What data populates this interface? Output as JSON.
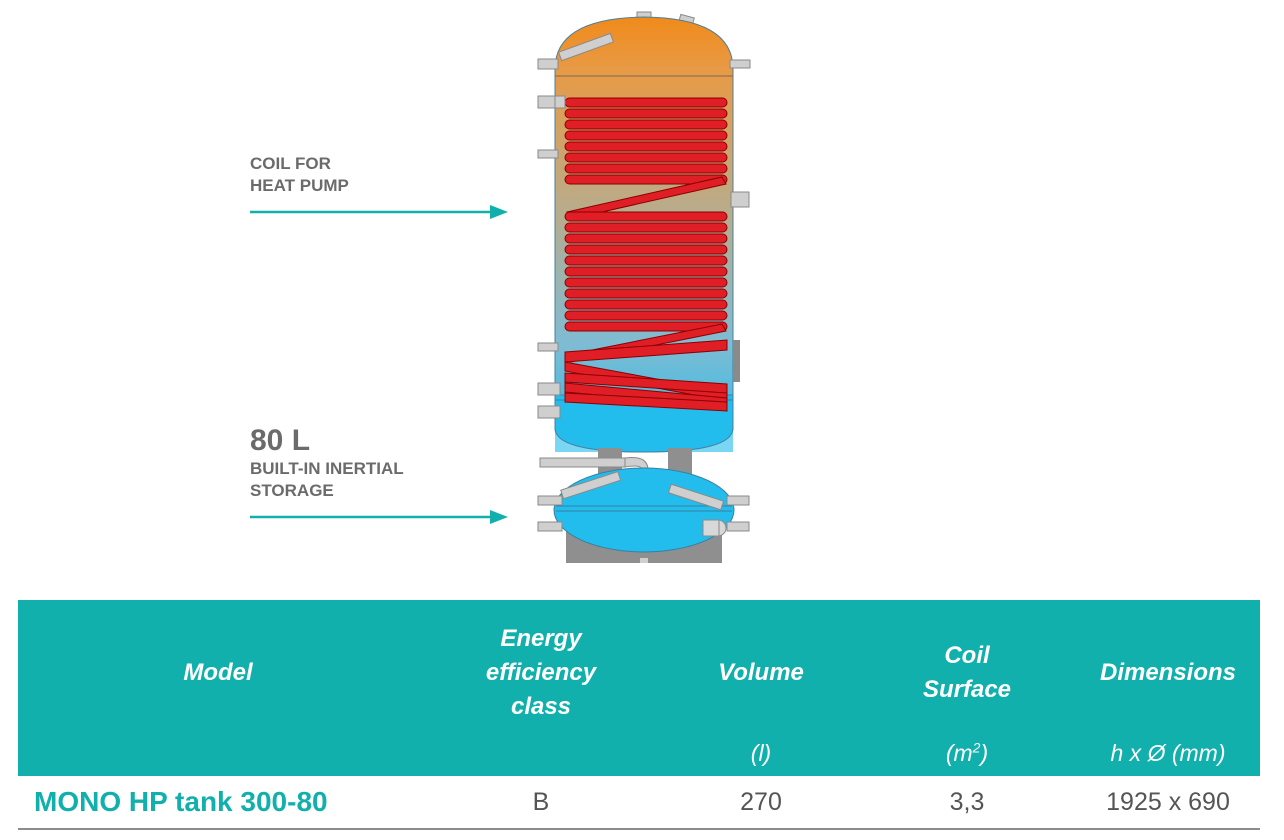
{
  "diagram": {
    "coil_callout": [
      "COIL FOR",
      "HEAT PUMP"
    ],
    "storage_volume": "80 L",
    "storage_callout": [
      "BUILT-IN INERTIAL",
      "STORAGE"
    ],
    "colors": {
      "accent": "#11b0ad",
      "tank_top": "#f08a1a",
      "tank_bottom": "#22bdec",
      "coil": "#e01e26",
      "fittings": "#bdbdbd"
    }
  },
  "table": {
    "headers": {
      "model": "Model",
      "energy": [
        "Energy",
        "efficiency",
        "class"
      ],
      "volume": "Volume",
      "coil": [
        "Coil",
        "Surface"
      ],
      "dimensions": "Dimensions"
    },
    "units": {
      "volume": "(l)",
      "coil_base": "(m",
      "coil_exp": "2",
      "coil_close": ")",
      "dimensions": "h x Ø (mm)"
    },
    "rows": [
      {
        "model": "MONO HP tank 300-80",
        "energy_class": "B",
        "volume": "270",
        "coil_surface": "3,3",
        "dimensions": "1925 x 690"
      }
    ]
  }
}
